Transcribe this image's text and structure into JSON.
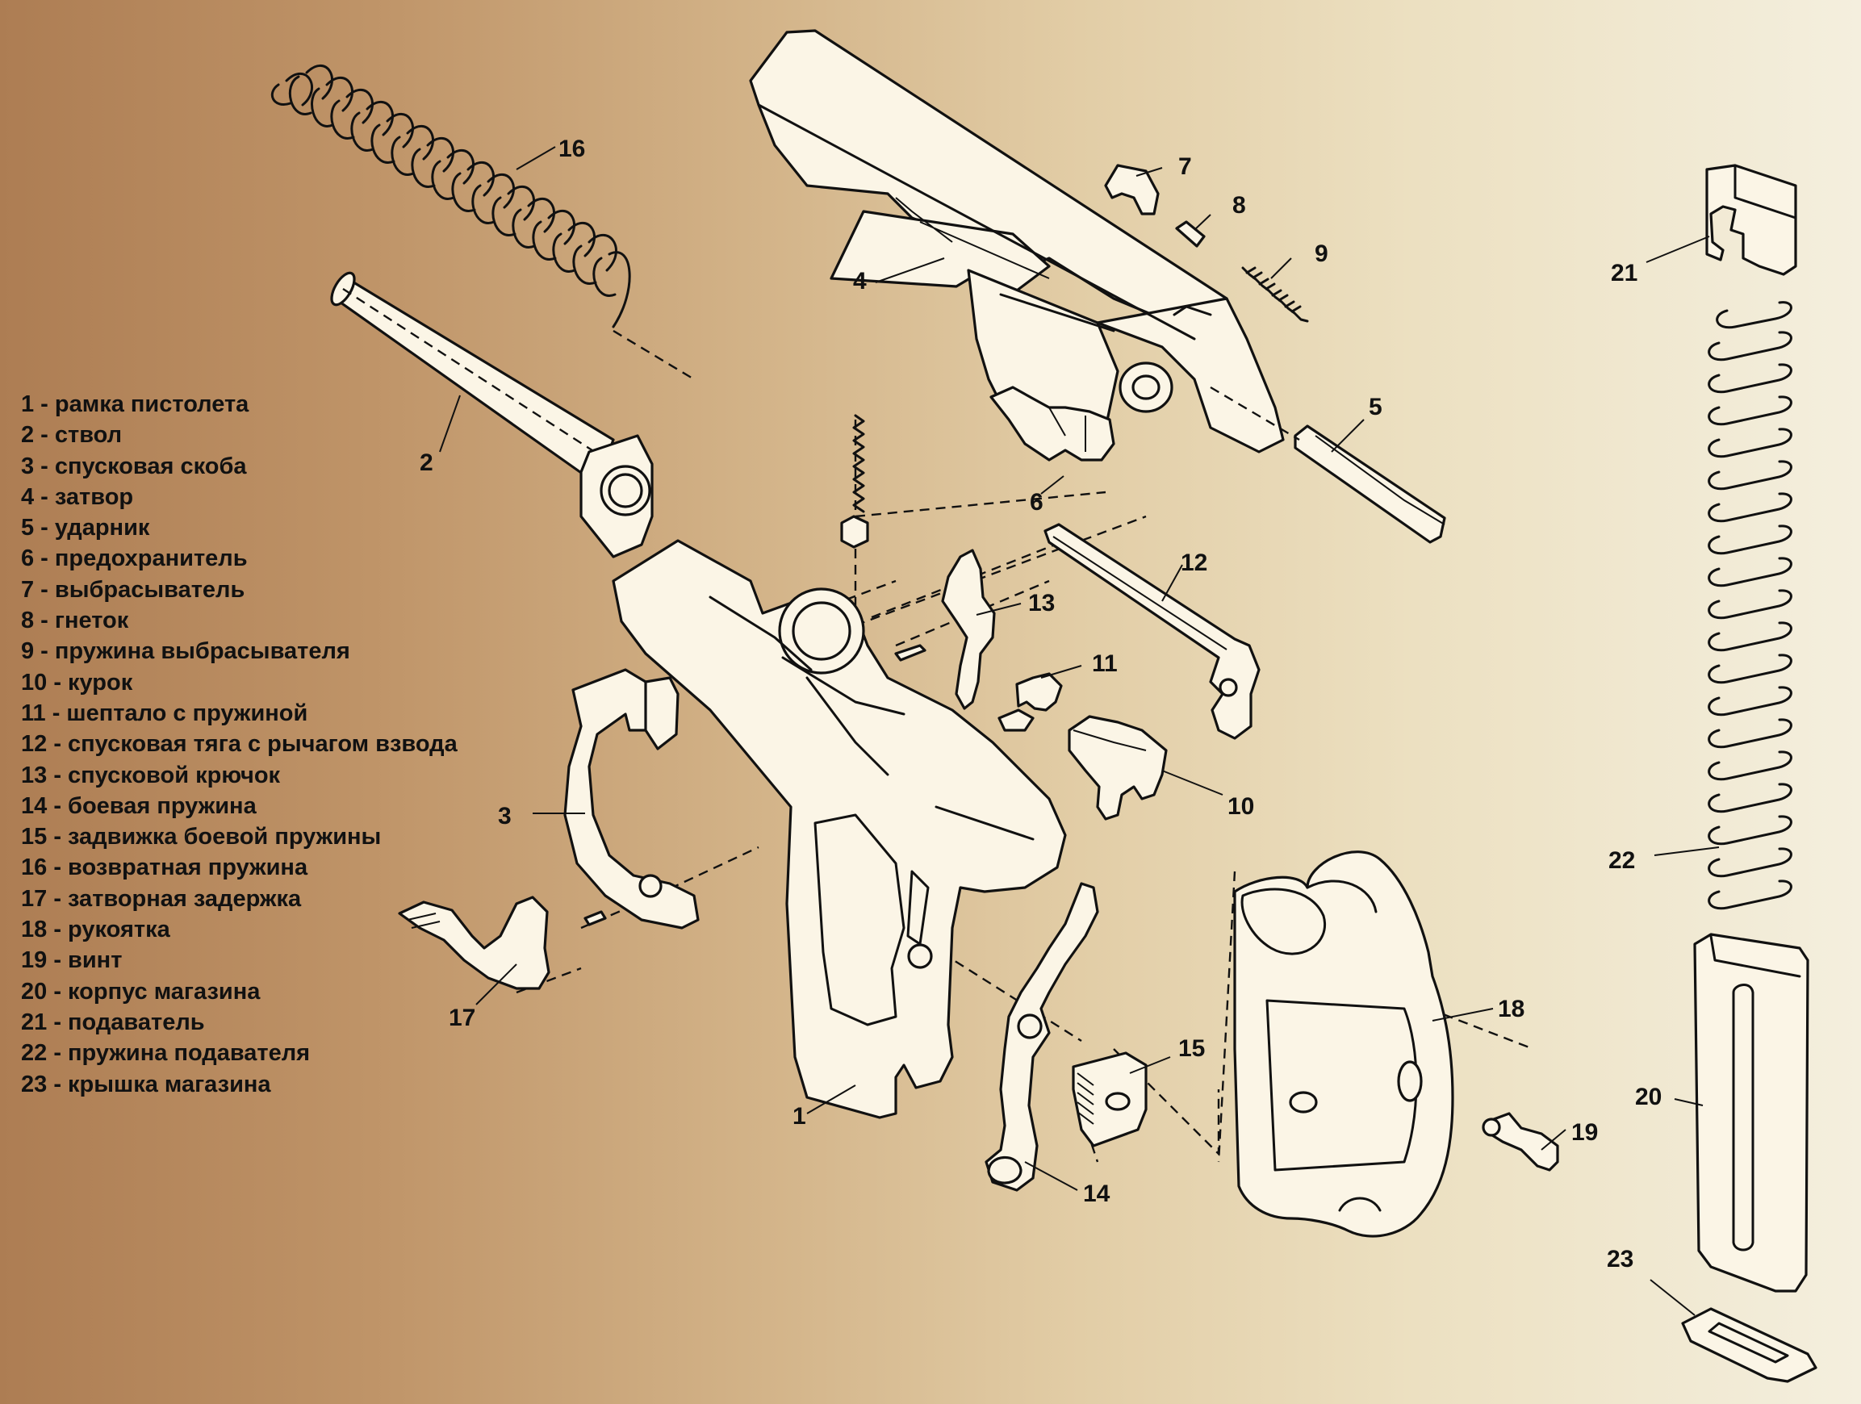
{
  "legend": [
    "1 - рамка пистолета",
    "2 - ствол",
    "3 - спусковая скоба",
    "4 - затвор",
    "5 - ударник",
    "6 - предохранитель",
    "7 - выбрасыватель",
    "8 - гнеток",
    "9 - пружина выбрасывателя",
    "10 - курок",
    "11 - шептало с пружиной",
    "12 - спусковая тяга с рычагом взвода",
    "13 - спусковой крючок",
    "14 - боевая пружина",
    "15 - задвижка боевой пружины",
    "16 - возвратная пружина",
    "17 - затворная задержка",
    "18 - рукоятка",
    "19 - винт",
    "20 - корпус магазина",
    "21 - подаватель",
    "22 - пружина подавателя",
    "23 - крышка магазина"
  ],
  "callouts": {
    "c1": "1",
    "c2": "2",
    "c3": "3",
    "c4": "4",
    "c5": "5",
    "c6": "6",
    "c7": "7",
    "c8": "8",
    "c9": "9",
    "c10": "10",
    "c11": "11",
    "c12": "12",
    "c13": "13",
    "c14": "14",
    "c15": "15",
    "c16": "16",
    "c17": "17",
    "c18": "18",
    "c19": "19",
    "c20": "20",
    "c21": "21",
    "c22": "22",
    "c23": "23"
  },
  "colors": {
    "background_left": "#ad7d53",
    "background_right": "#f4efde",
    "part_fill": "#fbf5e6",
    "line": "#111111"
  }
}
